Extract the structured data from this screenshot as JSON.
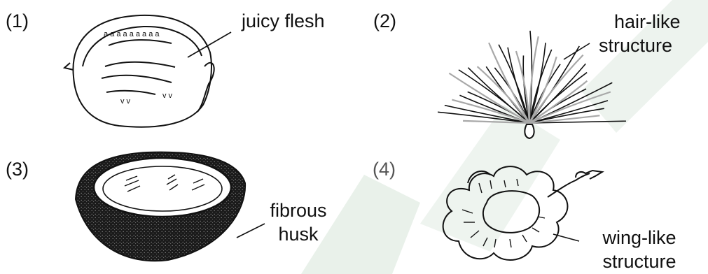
{
  "figures": [
    {
      "number": "(1)",
      "label_lines": [
        "juicy flesh"
      ]
    },
    {
      "number": "(2)",
      "label_lines": [
        "hair-like",
        "structure"
      ]
    },
    {
      "number": "(3)",
      "label_lines": [
        "fibrous",
        "husk"
      ]
    },
    {
      "number": "(4)",
      "label_lines": [
        "wing-like",
        "structure"
      ]
    }
  ],
  "colors": {
    "ink": "#111111",
    "watermark": "#e7efe8",
    "hair_grey": "#a8a8a8"
  }
}
